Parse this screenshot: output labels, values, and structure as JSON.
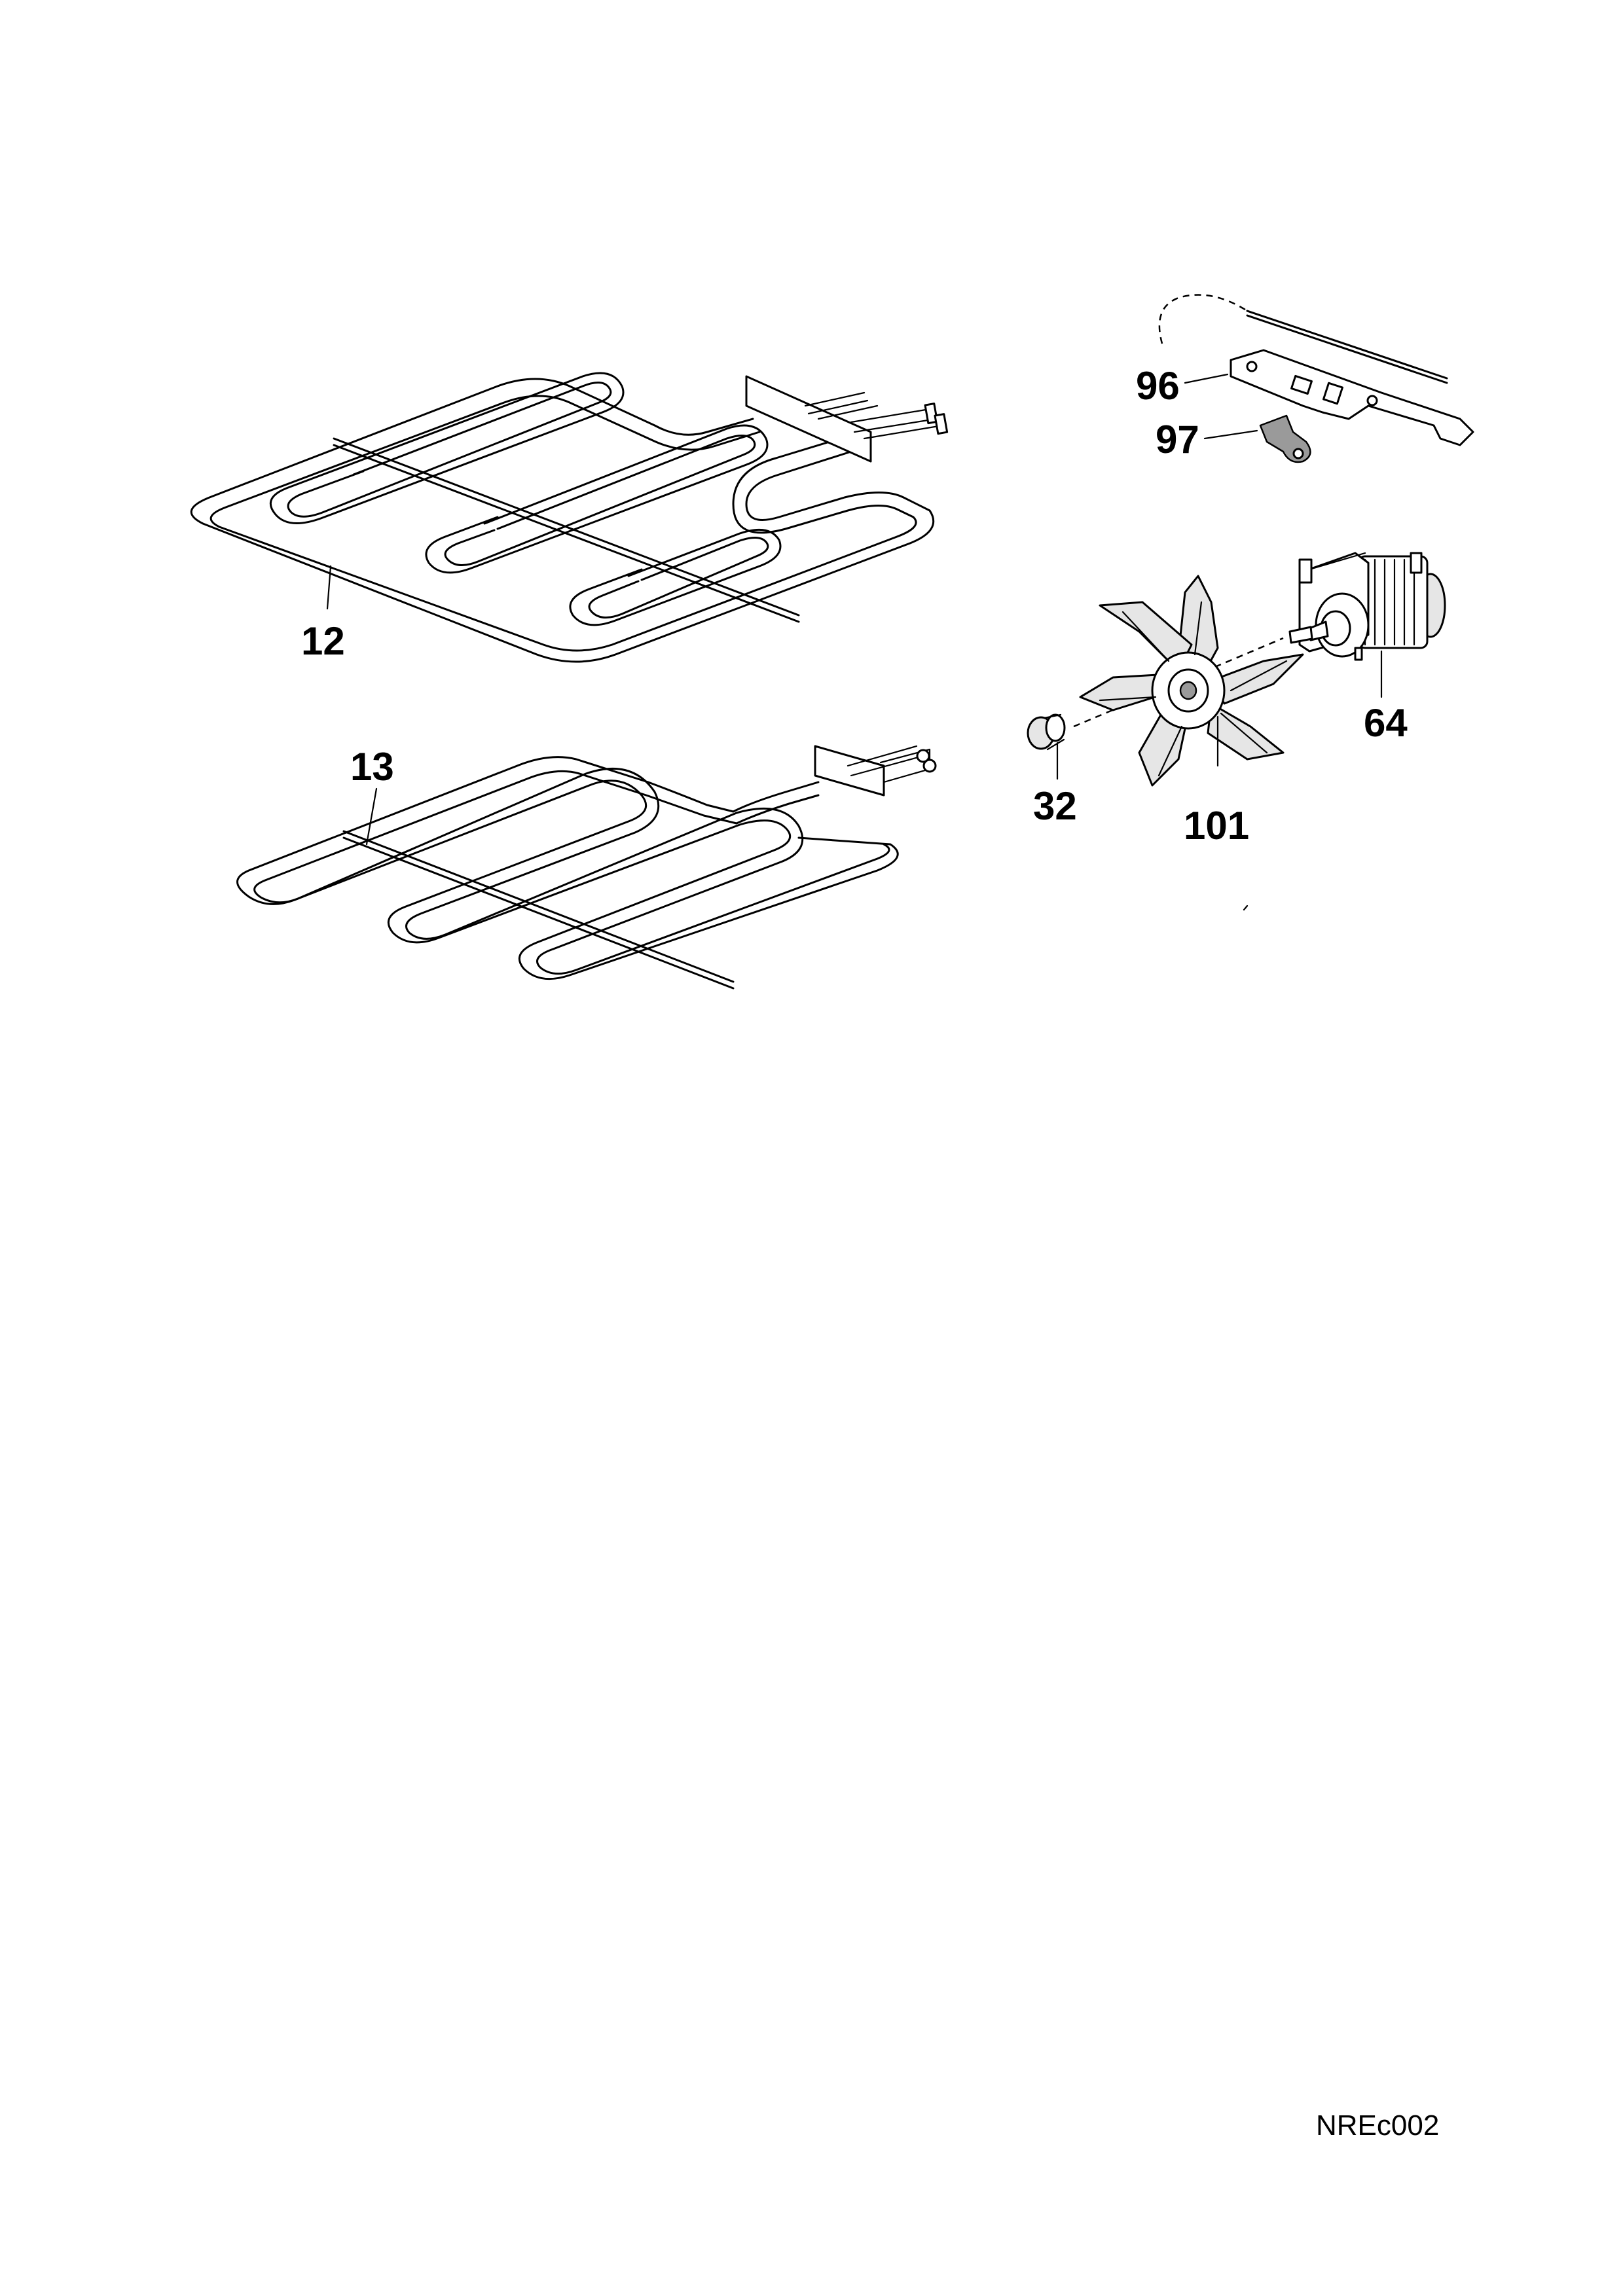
{
  "document": {
    "code": "NREc002"
  },
  "parts": [
    {
      "id": "12",
      "label": "12",
      "icon": "upper-heating-element-icon"
    },
    {
      "id": "13",
      "label": "13",
      "icon": "lower-heating-element-icon"
    },
    {
      "id": "96",
      "label": "96",
      "icon": "sensor-bracket-icon"
    },
    {
      "id": "97",
      "label": "97",
      "icon": "clip-icon"
    },
    {
      "id": "64",
      "label": "64",
      "icon": "fan-motor-icon"
    },
    {
      "id": "32",
      "label": "32",
      "icon": "nut-icon"
    },
    {
      "id": "101",
      "label": "101",
      "icon": "fan-blade-icon"
    }
  ]
}
